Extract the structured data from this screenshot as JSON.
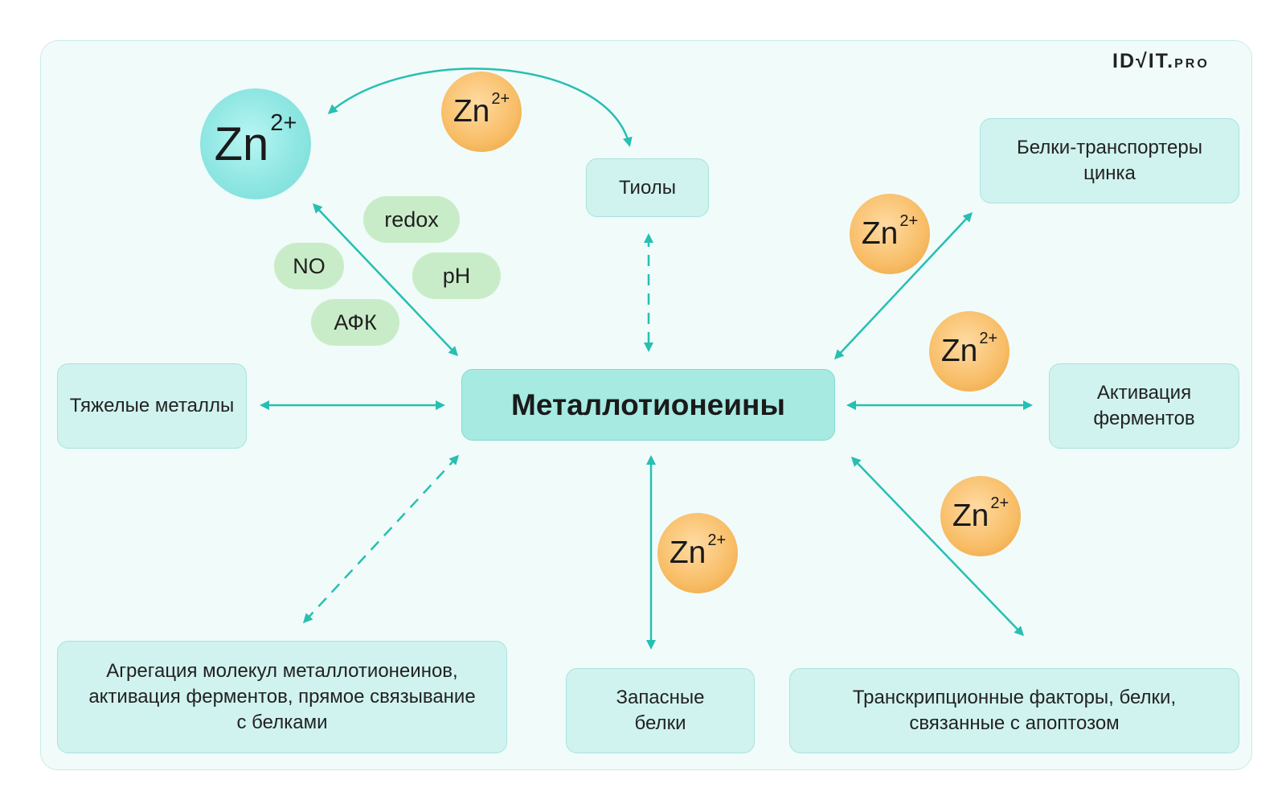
{
  "brand": {
    "logo_main": "ID√IT.",
    "logo_suffix": "PRO"
  },
  "ion": {
    "symbol": "Zn",
    "charge": "2+"
  },
  "center": {
    "label": "Металлотионеины"
  },
  "nodes": {
    "thiols": "Тиолы",
    "zinc_transporters": "Белки-транспортеры цинка",
    "heavy_metals": "Тяжелые металлы",
    "enzyme_activation": "Активация ферментов",
    "aggregation": "Агрегация молекул металлотионеинов, активация ферментов, прямое связывание с белками",
    "storage_proteins": "Запасные белки",
    "transcription_factors": "Транскрипционные факторы, белки, связанные с апоптозом"
  },
  "factors": {
    "redox": "redox",
    "no": "NO",
    "ph": "pH",
    "afk": "АФК"
  },
  "colors": {
    "arrow": "#27bfb3",
    "node_fill": "#d0f3ef",
    "center_fill": "#a6eae2",
    "factor_fill": "#c9ecc8",
    "zinc_ion": "#f8bd66",
    "free_zinc": "#8ee6e2",
    "panel": "#f1fbfa"
  }
}
